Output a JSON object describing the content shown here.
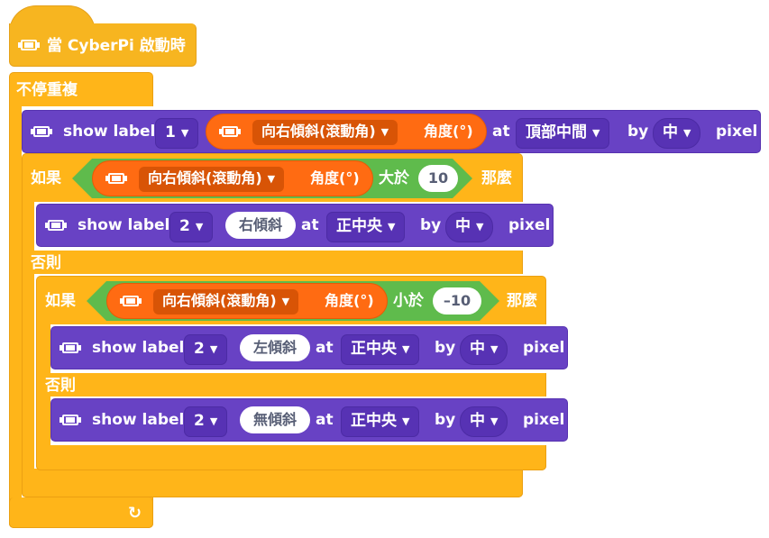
{
  "colors": {
    "event": "#f7b520",
    "control": "#ffb519",
    "display": "#6842c4",
    "display_dropdown": "#5732b4",
    "operator": "#5fbb4c",
    "sensor": "#ff6b12",
    "sensor_dropdown": "#d85406"
  },
  "hat": {
    "label": "當 CyberPi 啟動時",
    "icon": "cyberpi-icon"
  },
  "forever": {
    "label": "不停重複",
    "loop_arrow": "↻"
  },
  "show1": {
    "label": "show label",
    "slot": "1",
    "sensor_select": "向右傾斜(滾動角)",
    "sensor_unit": "角度(°)",
    "at_label": "at",
    "position": "頂部中間",
    "by_label": "by",
    "size": "中",
    "pixel_label": "pixel"
  },
  "if1": {
    "if_label": "如果",
    "sensor_select": "向右傾斜(滾動角)",
    "sensor_unit": "角度(°)",
    "operator": "大於",
    "value": "10",
    "then_label": "那麼",
    "else_label": "否則"
  },
  "show2": {
    "label": "show label",
    "slot": "2",
    "text": "右傾斜",
    "at_label": "at",
    "position": "正中央",
    "by_label": "by",
    "size": "中",
    "pixel_label": "pixel"
  },
  "if2": {
    "if_label": "如果",
    "sensor_select": "向右傾斜(滾動角)",
    "sensor_unit": "角度(°)",
    "operator": "小於",
    "value": "–10",
    "then_label": "那麼",
    "else_label": "否則"
  },
  "show3": {
    "label": "show label",
    "slot": "2",
    "text": "左傾斜",
    "at_label": "at",
    "position": "正中央",
    "by_label": "by",
    "size": "中",
    "pixel_label": "pixel"
  },
  "show4": {
    "label": "show label",
    "slot": "2",
    "text": "無傾斜",
    "at_label": "at",
    "position": "正中央",
    "by_label": "by",
    "size": "中",
    "pixel_label": "pixel"
  }
}
